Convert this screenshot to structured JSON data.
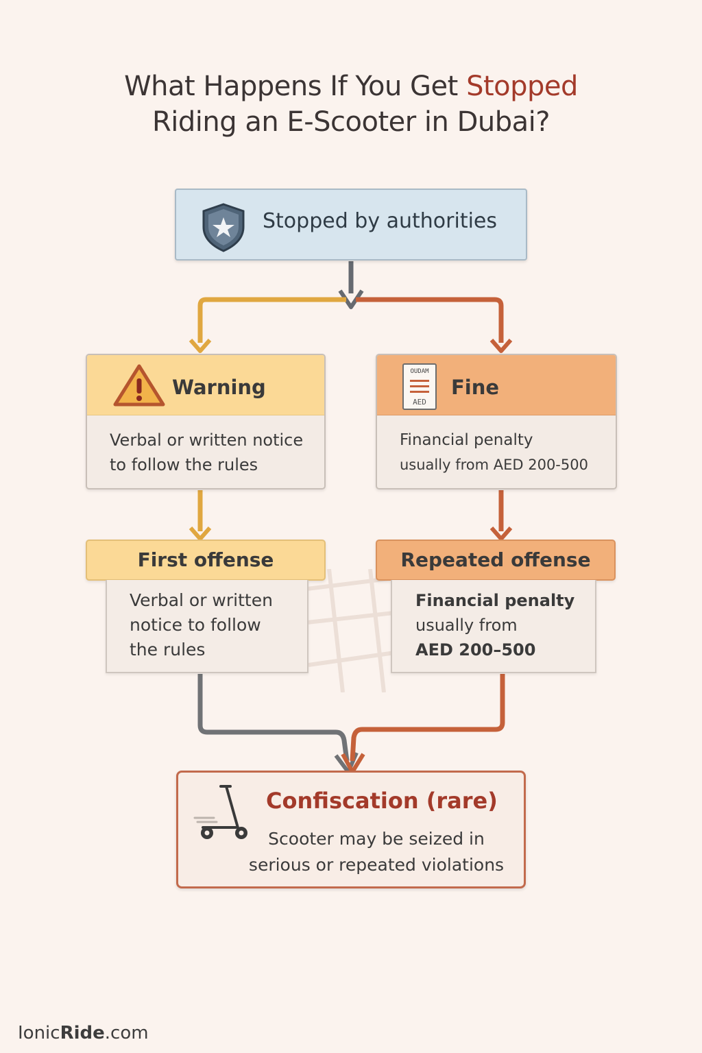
{
  "title": {
    "line1_prefix": "What Happens If You Get ",
    "line1_highlight": "Stopped",
    "line2": "Riding an E-Scooter in Dubai?"
  },
  "nodes": {
    "stopped": {
      "label": "Stopped by authorities",
      "icon": "shield-star-icon"
    },
    "warning": {
      "title": "Warning",
      "text_line1": "Verbal or written notice",
      "text_line2": "to follow the rules",
      "icon": "warning-triangle-icon"
    },
    "fine": {
      "title": "Fine",
      "text_line1": "Financial penalty",
      "text_line2": "usually from AED 200-500",
      "icon": "ticket-icon",
      "ticket_top": "OUDAM",
      "ticket_bottom": "AED"
    },
    "first_offense": {
      "title": "First offense",
      "line1": "Verbal or written",
      "line2": "notice to follow",
      "line3": "the rules"
    },
    "repeated_offense": {
      "title": "Repeated offense",
      "line1": "Financial penalty",
      "line2": "usually from",
      "line3": "AED 200–500"
    },
    "confiscation": {
      "title": "Confiscation (rare)",
      "line1": "Scooter may be seized in",
      "line2": "serious or repeated violations",
      "icon": "scooter-icon"
    }
  },
  "brand": {
    "name_regular": "Ionic",
    "name_bold": "Ride",
    "suffix": ".com"
  },
  "colors": {
    "accent_red": "#a33a2a",
    "warning_yellow": "#fbd996",
    "fine_orange": "#f2b07a",
    "authority_blue": "#d7e5ee",
    "arrow_gray": "#666a70",
    "arrow_yellow": "#e0a740",
    "arrow_orange": "#c5613a"
  }
}
